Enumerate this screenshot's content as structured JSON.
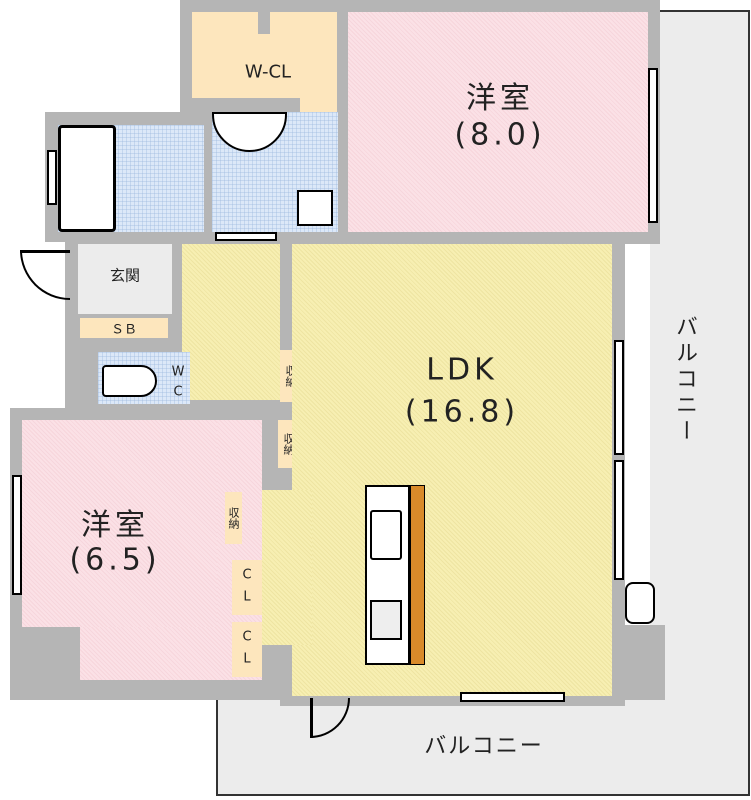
{
  "floorplan": {
    "rooms": {
      "wcl": {
        "label": "W-CL"
      },
      "western1": {
        "label": "洋室",
        "size": "(8.0)"
      },
      "entrance": {
        "label": "玄関"
      },
      "shoebox": {
        "label": "ＳＢ"
      },
      "toilet": {
        "label_line1": "W",
        "label_line2": "C"
      },
      "storage1": {
        "label": "収納"
      },
      "storage2": {
        "label": "収納"
      },
      "storage3": {
        "label": "収納"
      },
      "ldk": {
        "label": "LDK",
        "size": "(16.8)"
      },
      "western2": {
        "label": "洋室",
        "size": "(6.5)"
      },
      "closet1": {
        "label_line1": "C",
        "label_line2": "L"
      },
      "closet2": {
        "label_line1": "C",
        "label_line2": "L"
      },
      "balcony_east": {
        "label": "バルコニー"
      },
      "balcony_south": {
        "label": "バルコニー"
      }
    },
    "colors": {
      "wall": "#b5b5b5",
      "ldk": "#f7efb2",
      "western": "#fbe1e6",
      "storage": "#fde6bd",
      "wet_area": "#dce8f8"
    }
  }
}
